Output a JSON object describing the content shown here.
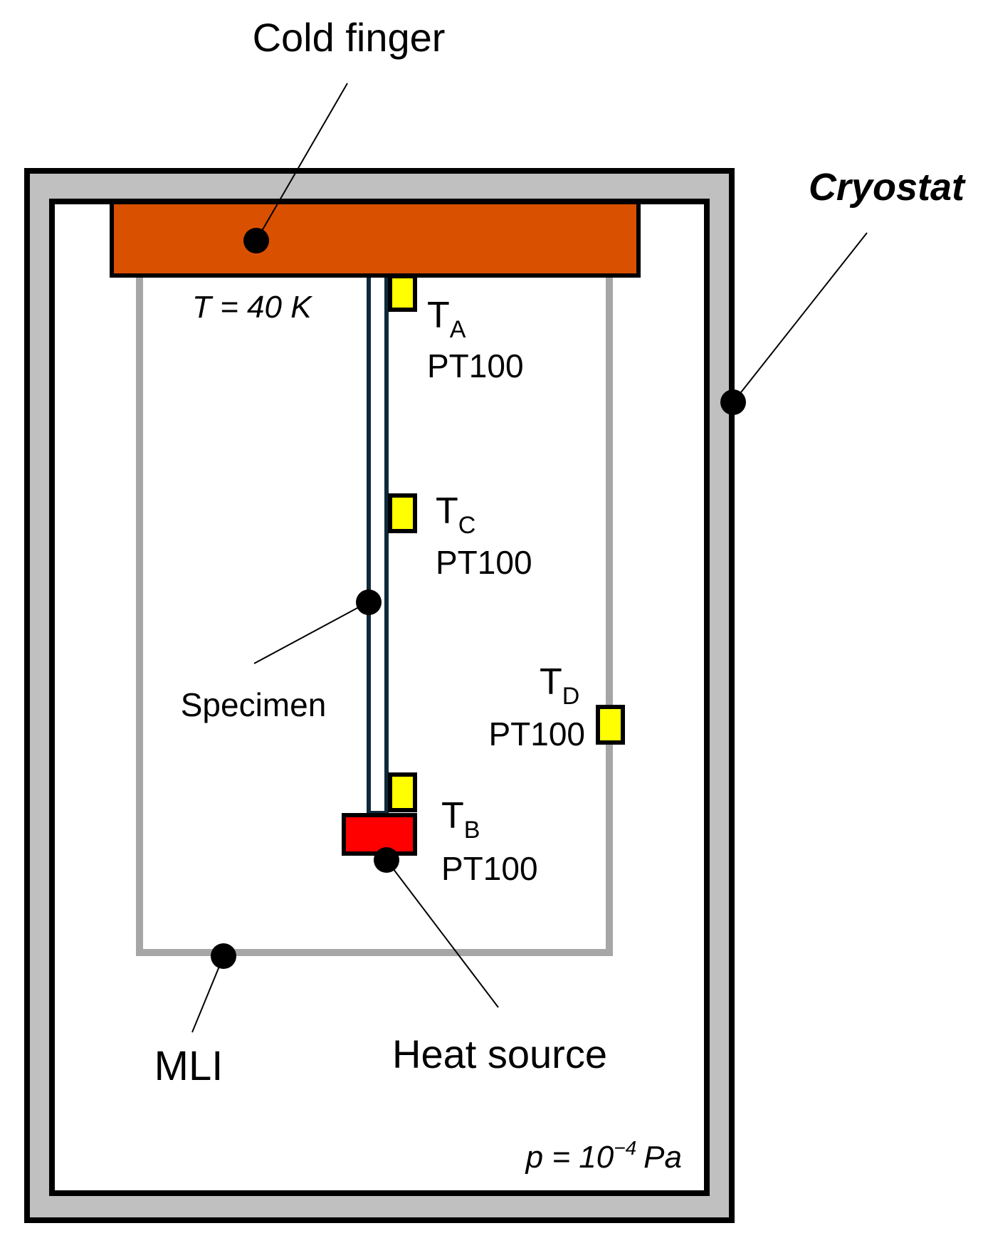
{
  "labels": {
    "cold_finger": "Cold finger",
    "cryostat": "Cryostat",
    "cold_finger_temp": "T = 40 K",
    "specimen": "Specimen",
    "mli": "MLI",
    "heat_source": "Heat source",
    "pressure_prefix": "p = 10",
    "pressure_exponent": "−4",
    "pressure_unit": "Pa"
  },
  "sensors": [
    {
      "symbol": "T",
      "subscript": "A",
      "type": "PT100"
    },
    {
      "symbol": "T",
      "subscript": "C",
      "type": "PT100"
    },
    {
      "symbol": "T",
      "subscript": "D",
      "type": "PT100"
    },
    {
      "symbol": "T",
      "subscript": "B",
      "type": "PT100"
    }
  ],
  "colors": {
    "cryostat_wall": "#c0c0c0",
    "cold_finger": "#d95000",
    "mli": "#a6a6a6",
    "sensor": "#ffff00",
    "heat_source": "#ff0000",
    "specimen": "#0e2a3a",
    "outline": "#000000"
  }
}
